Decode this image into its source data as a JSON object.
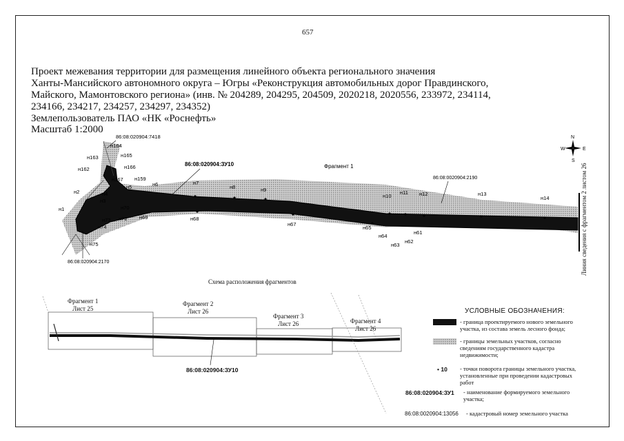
{
  "page_number": "657",
  "title": {
    "line1": "Проект межевания территории для размещения линейного объекта регионального значения",
    "line2": "Ханты-Мансийского автономного округа – Югры «Реконструкция автомобильных дорог Правдинского,",
    "line3": "Майского, Мамонтовского региона» (инв. № 204289, 204295, 204509, 2020218, 2020556, 233972, 234114,",
    "line4": "234166, 234217, 234257, 234297, 234352)",
    "line5": "Землепользователь ПАО «НК «Роснефть»",
    "scale": "Масштаб 1:2000"
  },
  "map": {
    "fragment_label": "Фрагмент 1",
    "parcel_formed": "86:08:020904:ЗУ10",
    "cadastral": {
      "top": "86:08:020904:7418",
      "right": "86:08:0020904:2190",
      "bottom_left": "86:08:020904:2170"
    },
    "points_top": [
      "н164",
      "н165",
      "н163",
      "н166",
      "н162",
      "н167",
      "н159",
      "н5",
      "н6",
      "н7",
      "н8",
      "н9",
      "н10",
      "н11",
      "н12",
      "н13",
      "н14"
    ],
    "points_left": [
      "н2",
      "н1",
      "н4",
      "н3",
      "н70",
      "н73",
      "н72",
      "н69",
      "н74",
      "н75"
    ],
    "points_bottom": [
      "н68",
      "н67",
      "н65",
      "н64",
      "н63",
      "н62",
      "н61"
    ],
    "compass": {
      "n": "N",
      "s": "S",
      "w": "W",
      "e": "E"
    }
  },
  "side_note": "Линия сведения с фрагментом 2 листом 26",
  "schema": {
    "title": "Схема расположения фрагментов",
    "fragments": [
      {
        "name": "Фрагмент 1",
        "sheet": "Лист 25"
      },
      {
        "name": "Фрагмент 2",
        "sheet": "Лист 26"
      },
      {
        "name": "Фрагмент 3",
        "sheet": "Лист 26"
      },
      {
        "name": "Фрагмент 4",
        "sheet": "Лист 26"
      }
    ],
    "parcel": "86:08:020904:ЗУ10"
  },
  "legend": {
    "title": "УСЛОВНЫЕ ОБОЗНАЧЕНИЯ:",
    "item1": "- граница проектируемого нового земельного участка, из состава земель лесного фонда;",
    "item2": "- границы земельных участков, согласно сведениям государственного кадастра недвижимости;",
    "item3_sym": "• 10",
    "item3": "- точки поворота границы земельного участка, установленные при проведении кадастровых работ",
    "item4_code": "86:08:020904:ЗУ1",
    "item4": "- наименование формируемого земельного участка;",
    "item5_code": "86:08:0020904:13056",
    "item5": "- кадастровый номер земельного участка"
  },
  "colors": {
    "road": "#111111",
    "hatch": "#b5b5b5"
  }
}
